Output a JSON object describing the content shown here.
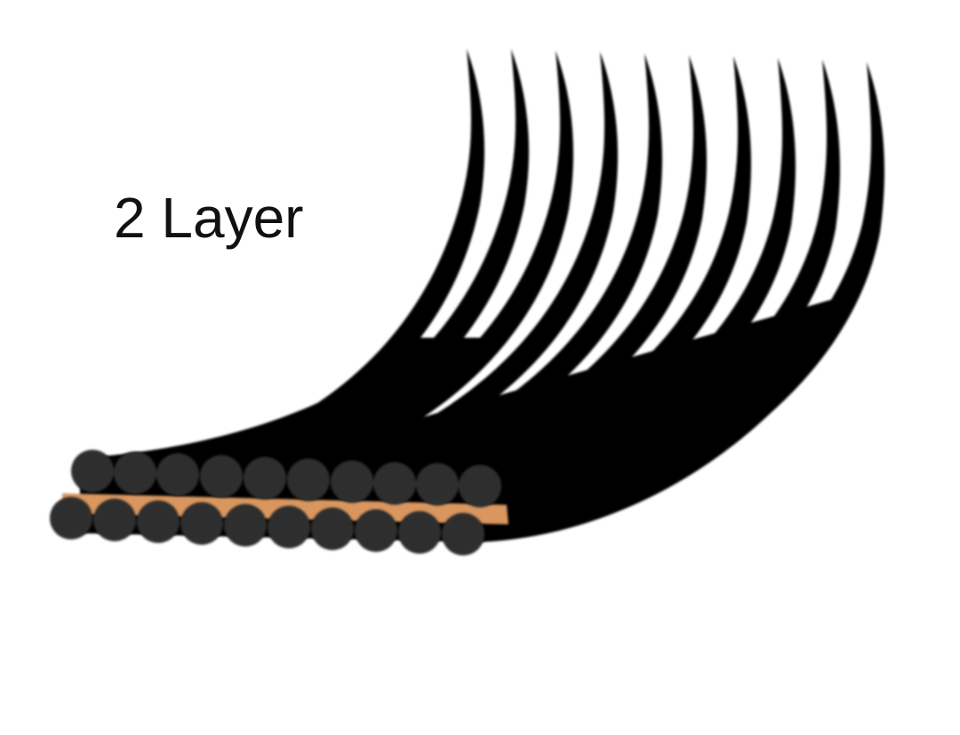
{
  "diagram": {
    "title": "2 Layer",
    "subject": "lash-strip-cross-section",
    "lash_count": 10,
    "layers": 2,
    "fibers_per_row": 10,
    "colors": {
      "background": "#ffffff",
      "lash": "#050505",
      "fiber_end": "#2e2e2e",
      "adhesive_band": "#d9965f",
      "text": "#111111"
    }
  }
}
